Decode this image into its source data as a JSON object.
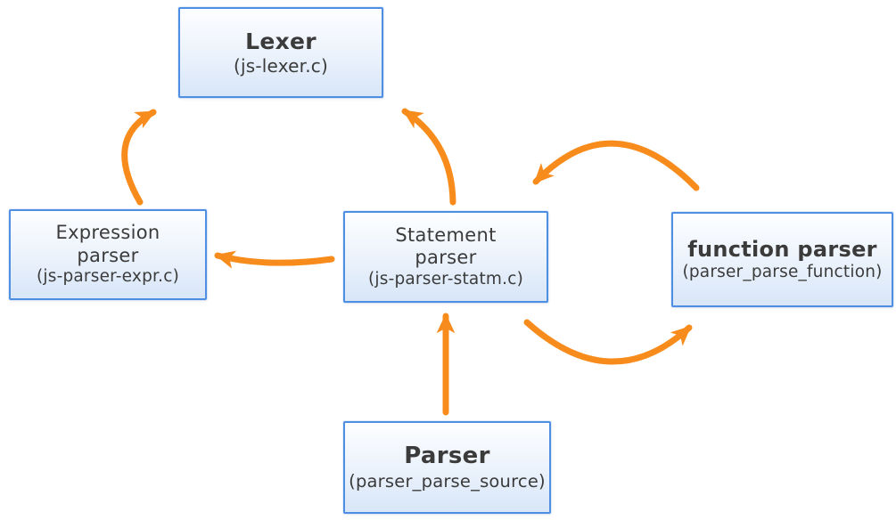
{
  "diagram": {
    "type": "flowchart",
    "background": "#ffffff",
    "colors": {
      "arrow": "#f78c1c",
      "box_border": "#4e8fe3",
      "box_fill_top": "#fdfeff",
      "box_fill_bottom": "#d8e6f8",
      "text": "#3b3b3b"
    },
    "nodes": {
      "lexer": {
        "title": "Lexer",
        "subtitle": "(js-lexer.c)"
      },
      "expression_parser": {
        "title_line1": "Expression",
        "title_line2": "parser",
        "subtitle": "(js-parser-expr.c)"
      },
      "statement_parser": {
        "title_line1": "Statement",
        "title_line2": "parser",
        "subtitle": "(js-parser-statm.c)"
      },
      "function_parser": {
        "title": "function parser",
        "subtitle": "(parser_parse_function)"
      },
      "parser": {
        "title": "Parser",
        "subtitle": "(parser_parse_source)"
      }
    },
    "edges": [
      {
        "from": "expression_parser",
        "to": "lexer"
      },
      {
        "from": "statement_parser",
        "to": "lexer"
      },
      {
        "from": "statement_parser",
        "to": "expression_parser"
      },
      {
        "from": "function_parser",
        "to": "statement_parser"
      },
      {
        "from": "statement_parser",
        "to": "function_parser"
      },
      {
        "from": "parser",
        "to": "statement_parser"
      }
    ]
  }
}
